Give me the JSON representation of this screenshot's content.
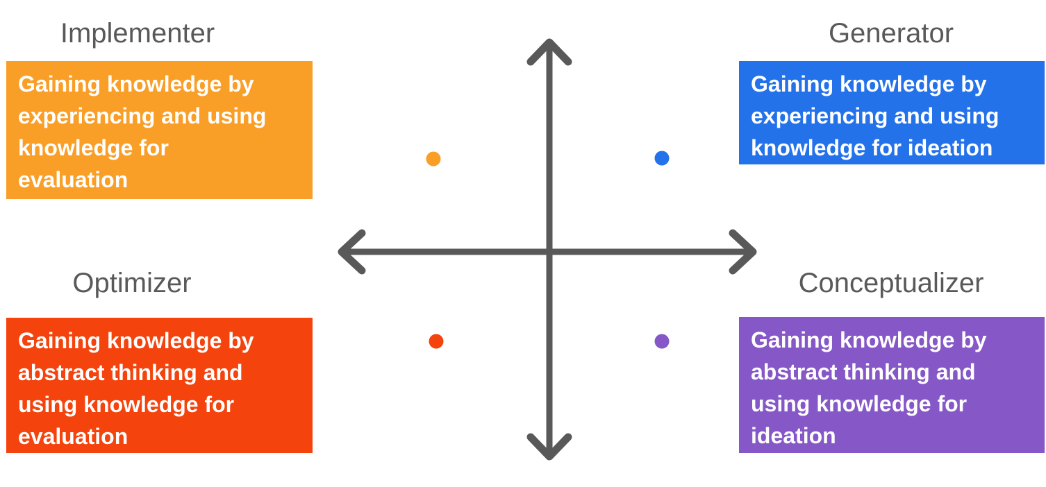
{
  "diagram": {
    "type": "quadrant-matrix",
    "background": "#FFFFFF",
    "axis_color": "#595959",
    "title_color": "#595959",
    "box_text_color": "#FFFFFF"
  },
  "quadrants": [
    {
      "position": "top-left",
      "label": "Implementer",
      "color": "#F99E27",
      "dot_color": "#F99E27",
      "lines": [
        "Gaining knowledge by",
        "experiencing and using",
        "knowledge for",
        "evaluation"
      ]
    },
    {
      "position": "top-right",
      "label": "Generator",
      "color": "#2472EA",
      "dot_color": "#2472EA",
      "lines": [
        "Gaining knowledge by",
        "experiencing and using",
        "knowledge for ideation"
      ]
    },
    {
      "position": "bottom-left",
      "label": "Optimizer",
      "color": "#F4430D",
      "dot_color": "#F4430D",
      "lines": [
        "Gaining knowledge by",
        "abstract thinking and",
        "using knowledge for",
        "evaluation"
      ]
    },
    {
      "position": "bottom-right",
      "label": "Conceptualizer",
      "color": "#8557C7",
      "dot_color": "#8557C7",
      "lines": [
        "Gaining knowledge by",
        "abstract thinking and",
        "using knowledge for",
        "ideation"
      ]
    }
  ]
}
